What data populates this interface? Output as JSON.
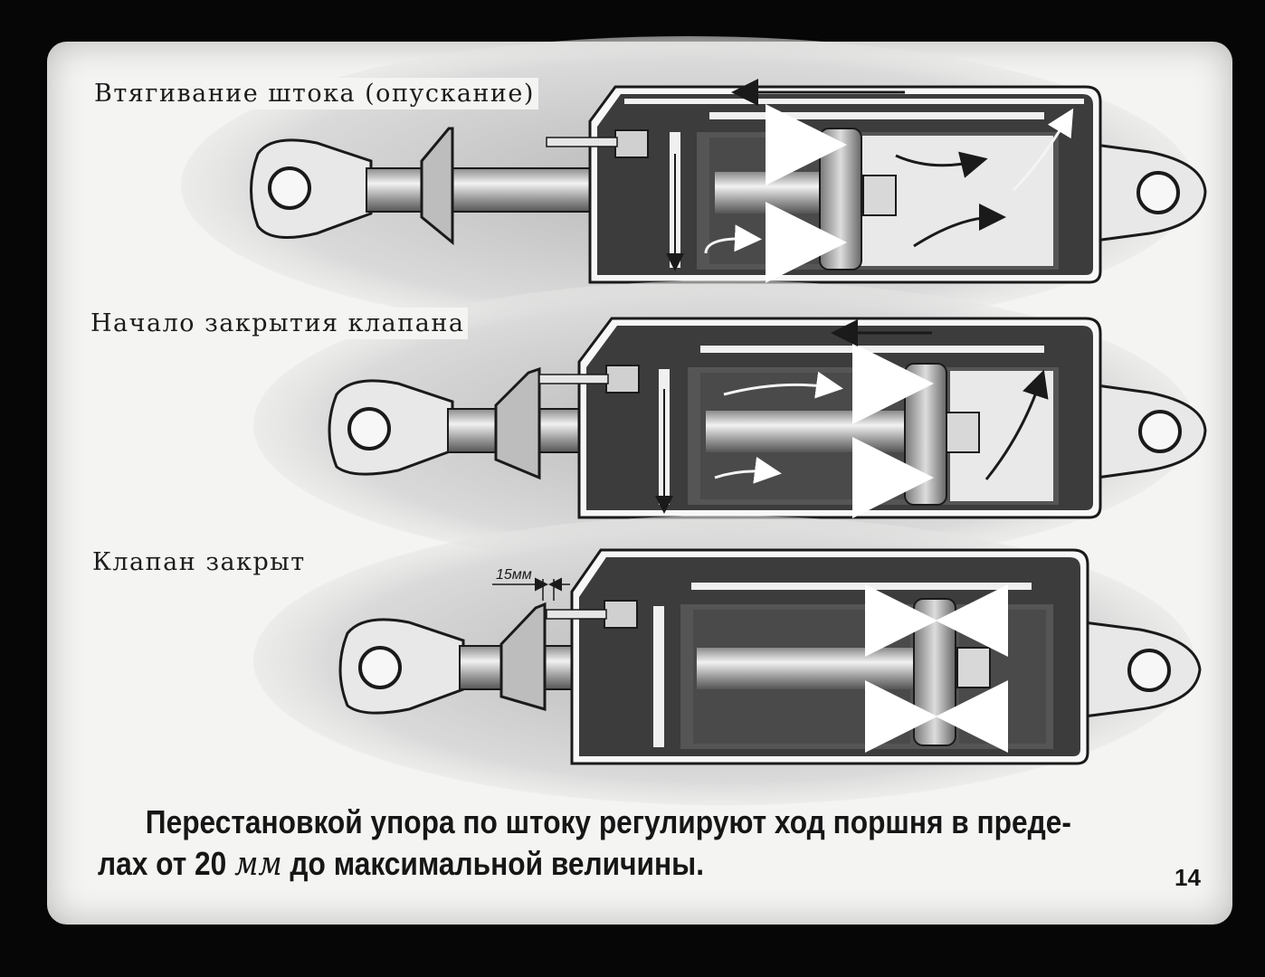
{
  "labels": {
    "retraction": "Втягивание штока (опускание)",
    "valve_closing_start": "Начало закрытия клапана",
    "valve_closed": "Клапан закрыт"
  },
  "dimension": "15мм",
  "caption": {
    "line1": "Перестановкой упора по штоку регулируют ход поршня в преде-",
    "line2_pre": "лах от 20 ",
    "line2_unit": "мм",
    "line2_post": " до максимальной величины."
  },
  "page_number": "14",
  "colors": {
    "background": "#060606",
    "panel": "#f4f4f2",
    "metal_dark": "#3a3a3a",
    "metal_light": "#cfcfcf"
  }
}
